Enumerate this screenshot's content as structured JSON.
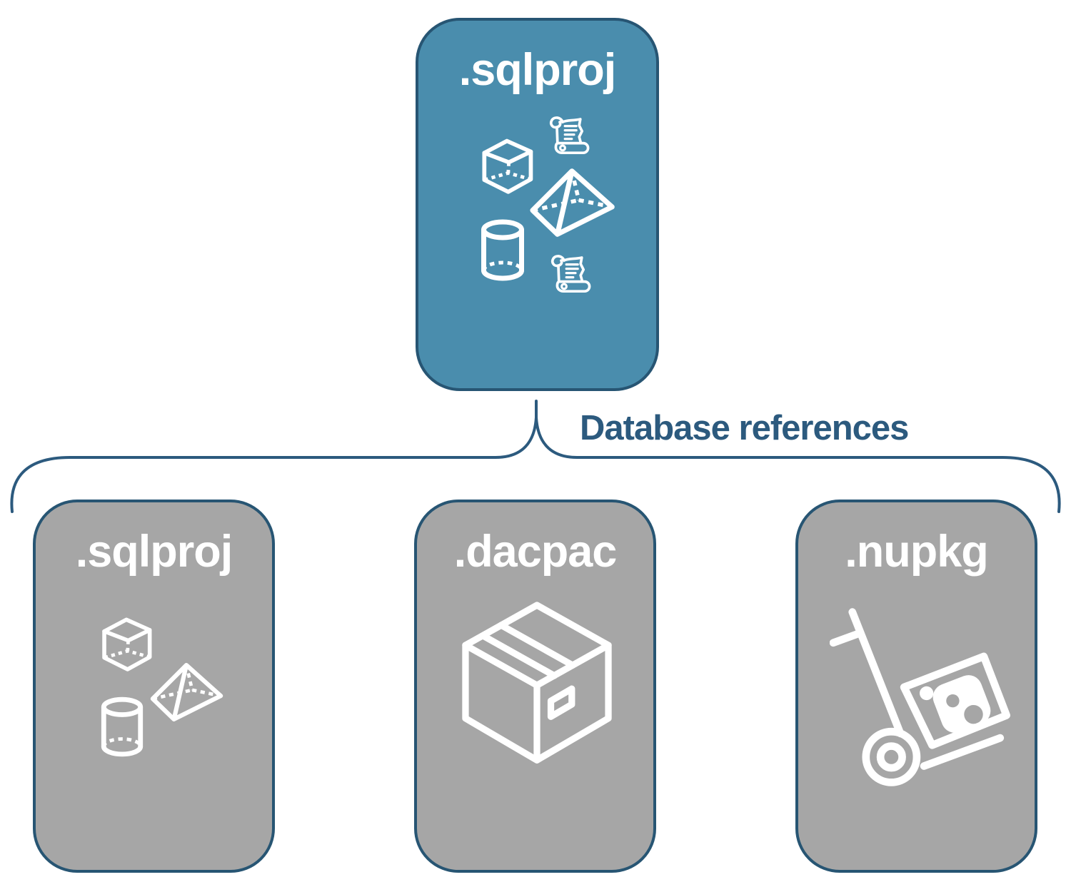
{
  "diagram": {
    "root": {
      "label": ".sqlproj",
      "icons": [
        "cube-icon",
        "scroll-icon",
        "pyramid-icon",
        "cylinder-icon",
        "scroll-icon"
      ]
    },
    "connector": {
      "label": "Database references"
    },
    "children": [
      {
        "label": ".sqlproj",
        "icons": [
          "cube-icon",
          "pyramid-icon",
          "cylinder-icon"
        ]
      },
      {
        "label": ".dacpac",
        "icons": [
          "package-icon"
        ]
      },
      {
        "label": ".nupkg",
        "icons": [
          "handtruck-package-icon"
        ]
      }
    ],
    "colors": {
      "root_fill": "#4a8dad",
      "child_fill": "#a6a6a6",
      "border": "#275573",
      "connector": "#2c5a7e",
      "icon": "#ffffff",
      "background": "#ffffff"
    }
  }
}
